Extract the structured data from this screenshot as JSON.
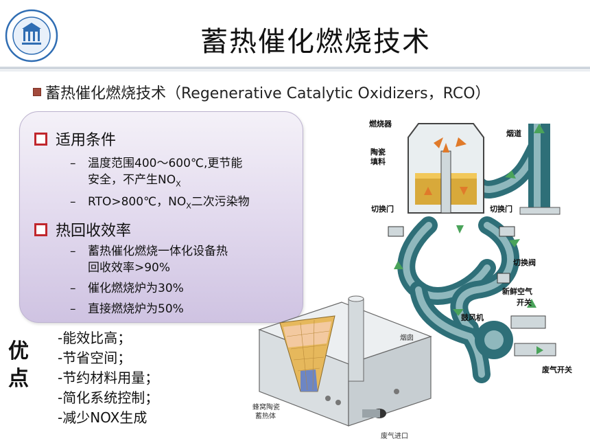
{
  "title": "蓄热催化燃烧技术",
  "subheading": "蓄热催化燃烧技术（Regenerative Catalytic Oxidizers，RCO）",
  "conditions": {
    "heading": "适用条件",
    "item1_line1": "温度范围400～600℃,更节能",
    "item1_line2_a": "安全，不产生NO",
    "item1_line2_sub": "X",
    "item2_a": "RTO>800℃，NO",
    "item2_sub": "X",
    "item2_b": "二次污染物"
  },
  "efficiency": {
    "heading": "热回收效率",
    "item1_line1": "蓄热催化燃烧一体化设备热",
    "item1_line2": "回收效率>90%",
    "item2": "催化燃烧炉为30%",
    "item3": "直接燃烧炉为50%"
  },
  "advantages": {
    "title_1": "优",
    "title_2": "点",
    "items": [
      "-能效比高；",
      "-节省空间；",
      "-节约材料用量；",
      "-简化系统控制；",
      "-减少NOX生成"
    ]
  },
  "diagram": {
    "burner": "燃烧器",
    "ceramic_line1": "陶瓷",
    "ceramic_line2": "填料",
    "chimney": "烟道",
    "switch_valve_left": "切换门",
    "switch_valve_right": "切换门",
    "switch_gate": "切换阀",
    "fresh_air_line1": "新鲜空气",
    "fresh_air_line2": "开关",
    "fan": "鼓风机",
    "exhaust_switch": "废气开关"
  },
  "unit": {
    "stack": "烟囱",
    "honeycomb_line1": "蜂窝陶瓷",
    "honeycomb_line2": "蓄热体",
    "inlet": "废气进口"
  },
  "colors": {
    "duct": "#2e6f78",
    "duct_light": "#8fb8bd",
    "media": "#d8a93a",
    "chamber": "#e9eef0",
    "arrow_orange": "#e07a2a",
    "arrow_green": "#4aa35a",
    "accent_red": "#c0272d",
    "card": "#e4dcef"
  }
}
